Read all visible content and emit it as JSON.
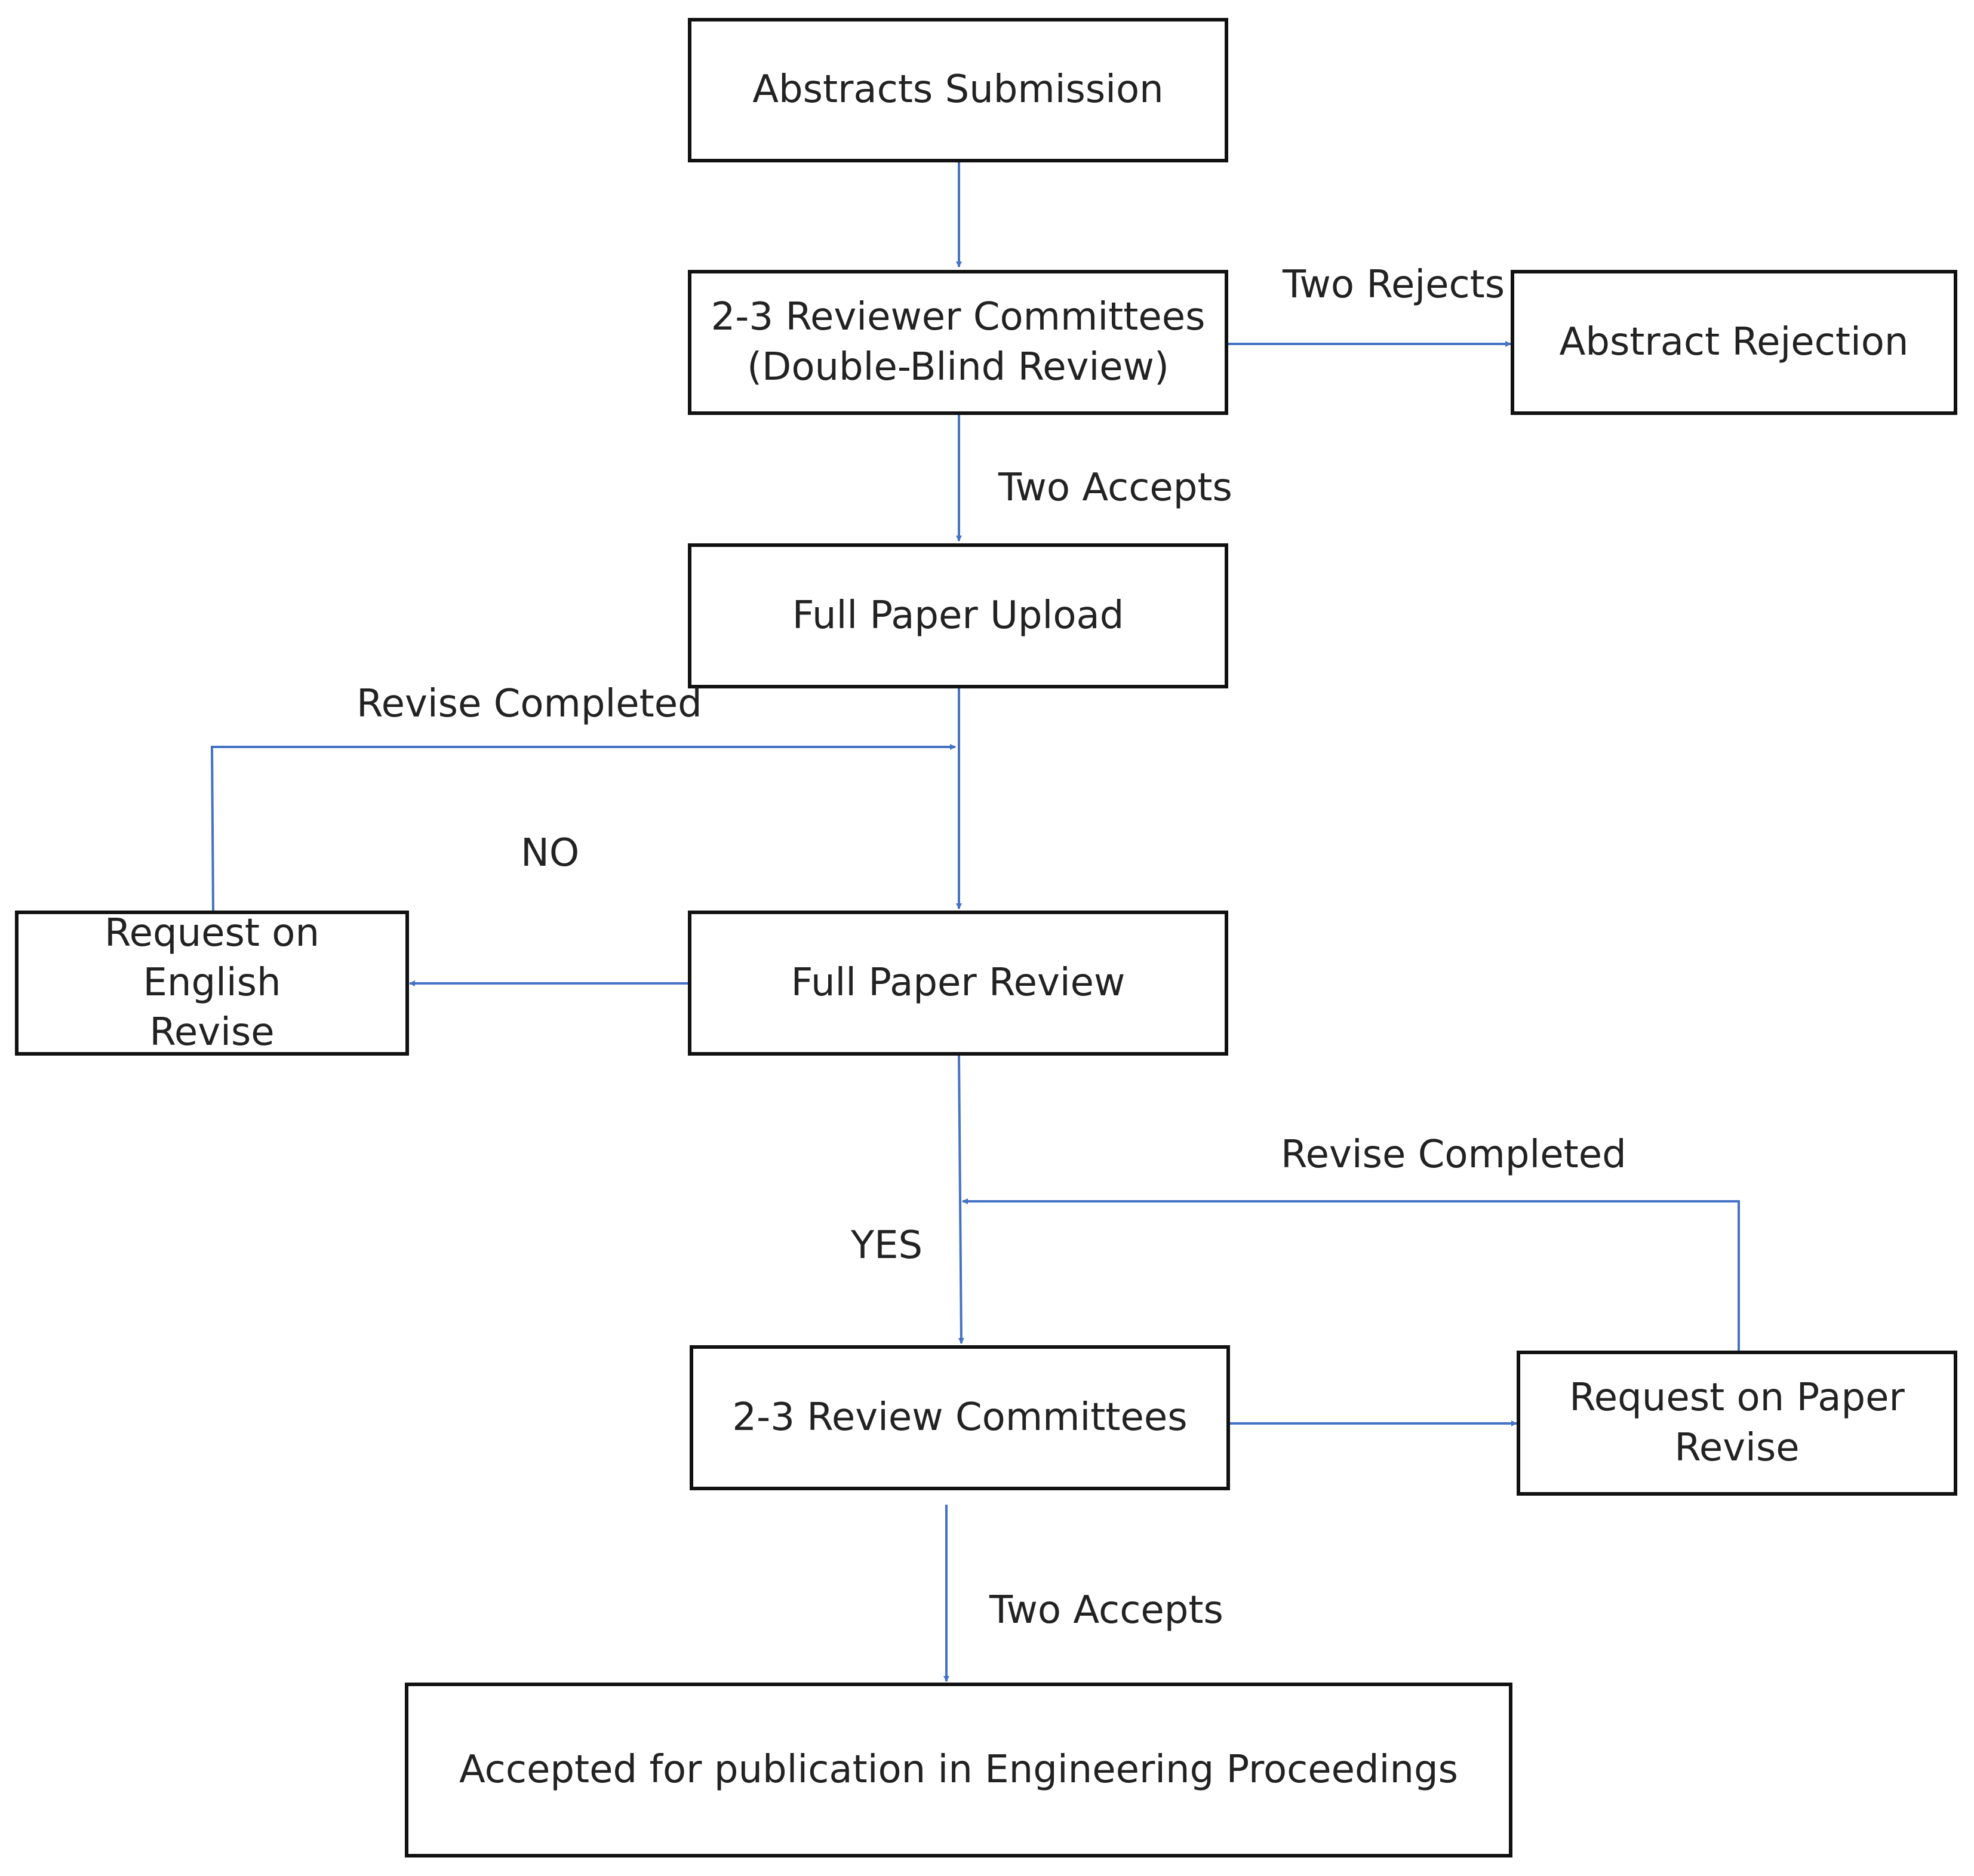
{
  "nodes": {
    "abstracts_submission": "Abstracts Submission",
    "reviewer_committees_line1": "2-3 Reviewer Committees",
    "reviewer_committees_line2": "(Double-Blind Review)",
    "abstract_rejection": "Abstract Rejection",
    "full_paper_upload": "Full Paper Upload",
    "full_paper_review": "Full Paper Review",
    "english_revise_line1": "Request on English",
    "english_revise_line2": "Revise",
    "review_committees": "2-3 Review Committees",
    "paper_revise_line1": "Request on Paper",
    "paper_revise_line2": "Revise",
    "accepted": "Accepted for publication in Engineering Proceedings"
  },
  "edge_labels": {
    "two_rejects": "Two Rejects",
    "two_accepts_first": "Two Accepts",
    "revise_completed_english": "Revise Completed",
    "no": "NO",
    "revise_completed_paper": "Revise Completed",
    "yes": "YES",
    "two_accepts_final": "Two Accepts"
  },
  "colors": {
    "arrow": "#4472C4",
    "box_border": "#111111",
    "text": "#222222"
  }
}
